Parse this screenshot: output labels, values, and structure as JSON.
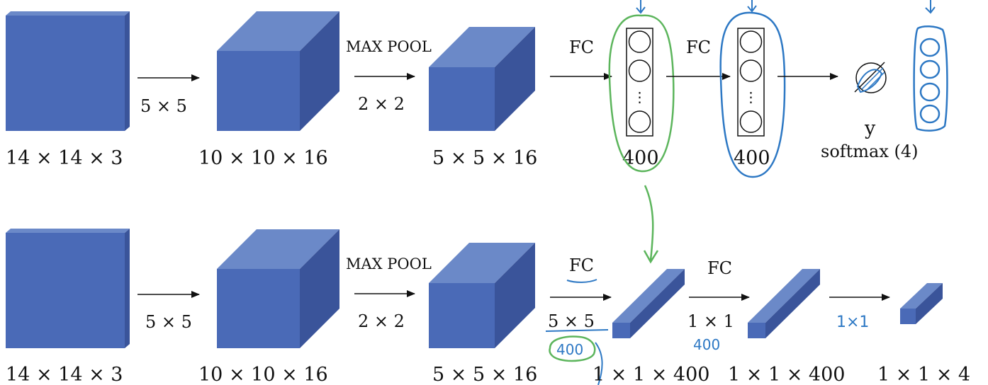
{
  "colors": {
    "block_front": "#4a6ab7",
    "block_top": "#6b89c8",
    "block_side": "#3a549a",
    "green_ink": "#5cb55c",
    "blue_ink": "#2d78c4"
  },
  "top_row": {
    "input_dim": "14 × 14 × 3",
    "conv_filter": "5 × 5",
    "conv_output_dim": "10 × 10 × 16",
    "pool_label": "MAX POOL",
    "pool_size": "2 × 2",
    "pool_output_dim": "5 × 5 × 16",
    "fc1_label": "FC",
    "fc1_units": "400",
    "fc2_label": "FC",
    "fc2_units": "400",
    "ellipsis": "⋮",
    "output_var": "y",
    "output_label": "softmax (4)"
  },
  "bottom_row": {
    "input_dim": "14 × 14 × 3",
    "conv_filter": "5 × 5",
    "conv_output_dim": "10 × 10 × 16",
    "pool_label": "MAX POOL",
    "pool_size": "2 × 2",
    "pool_output_dim": "5 × 5 × 16",
    "fc1_label": "FC",
    "fc1_filter": "5 × 5",
    "fc1_output_dim": "1 × 1 × 400",
    "fc2_label": "FC",
    "fc2_filter": "1 × 1",
    "fc2_output_dim": "1 × 1 × 400",
    "output_dim": "1 × 1 × 4"
  },
  "annotations": {
    "fc1_count_note": "400",
    "fc2_count_note": "400",
    "output_filter_note": "1×1"
  }
}
